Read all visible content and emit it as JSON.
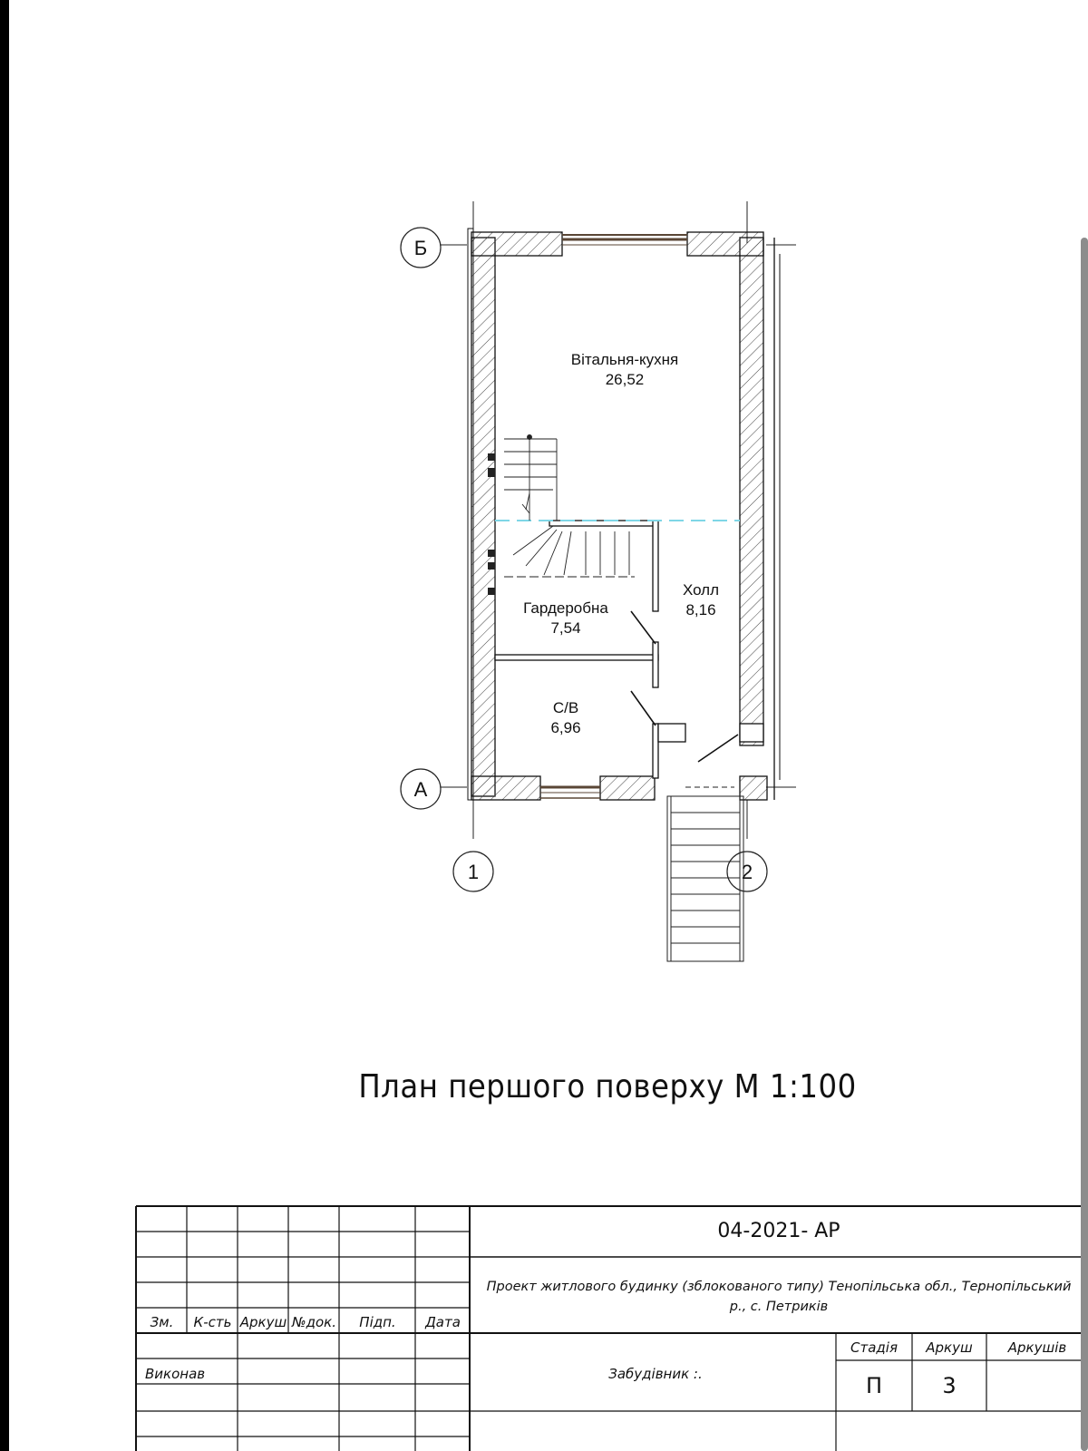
{
  "plan": {
    "axes": {
      "row_top": "Б",
      "row_bottom": "А",
      "col_left": "1",
      "col_right": "2"
    },
    "rooms": {
      "living_kitchen": {
        "name": "Вітальня-кухня",
        "area": "26,52"
      },
      "hall": {
        "name": "Холл",
        "area": "8,16"
      },
      "wardrobe": {
        "name": "Гардеробна",
        "area": "7,54"
      },
      "wc": {
        "name": "С/В",
        "area": "6,96"
      }
    },
    "title": "План першого поверху М 1:100"
  },
  "stamp": {
    "headers": {
      "change": "Зм.",
      "quantity": "К-сть",
      "sheet": "Аркуш",
      "doc_no": "№док.",
      "signature": "Підп.",
      "date": "Дата"
    },
    "executor_label": "Виконав",
    "project_code": "04-2021- АР",
    "project_name": "Проект житлового будинку (зблокованого типу)  Тенопільська обл., Тернопільський р., с. Петриків",
    "client_label": "Забудівник :.",
    "stage_label": "Стадія",
    "sheet_label": "Аркуш",
    "sheets_label": "Аркушів",
    "stage_value": "П",
    "sheet_value": "3",
    "sheets_value": ""
  },
  "colors": {
    "line": "#111111",
    "cut_line": "#7fd6e6",
    "window": "#5a4636"
  }
}
